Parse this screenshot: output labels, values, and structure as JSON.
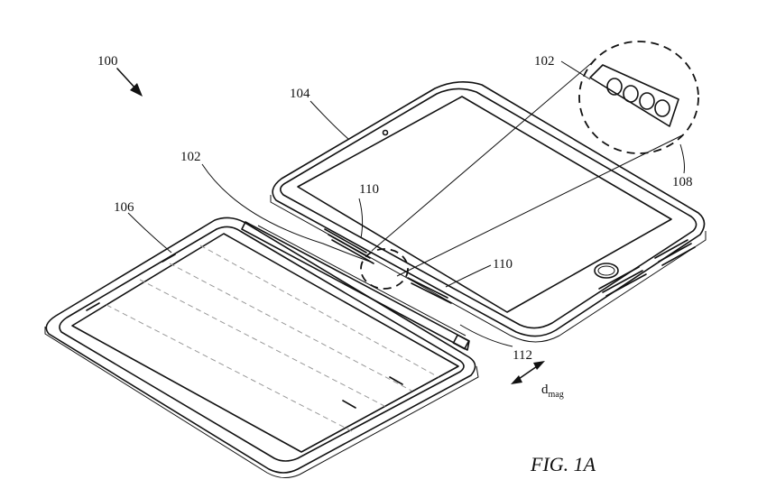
{
  "figure": {
    "caption": "FIG. 1A",
    "labels": {
      "system": "100",
      "magnet_array_top": "102",
      "magnet_array_left": "102",
      "tablet": "104",
      "cover": "106",
      "inset": "108",
      "attach_feature_top": "110",
      "attach_feature_right": "110",
      "hinge": "112",
      "distance_base": "d",
      "distance_sub": "mag"
    }
  }
}
